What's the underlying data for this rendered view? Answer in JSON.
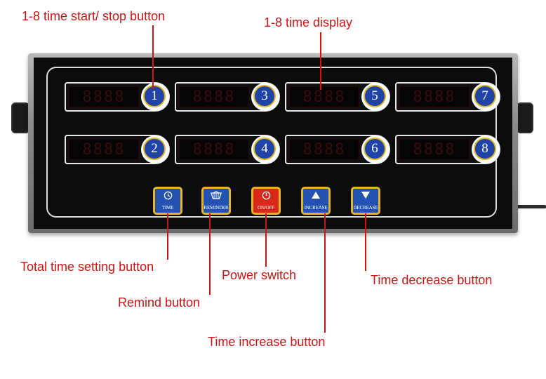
{
  "callouts": {
    "start_stop": "1-8 time start/ stop button",
    "display": "1-8 time display",
    "total_time": "Total time setting button",
    "remind": "Remind button",
    "power": "Power switch",
    "increase": "Time increase button",
    "decrease": "Time decrease button"
  },
  "channels": [
    {
      "number": "1",
      "display": "8888"
    },
    {
      "number": "3",
      "display": "8888"
    },
    {
      "number": "5",
      "display": "8888"
    },
    {
      "number": "7",
      "display": "8888"
    },
    {
      "number": "2",
      "display": "8888"
    },
    {
      "number": "4",
      "display": "8888"
    },
    {
      "number": "6",
      "display": "8888"
    },
    {
      "number": "8",
      "display": "8888"
    }
  ],
  "buttons": {
    "time": {
      "label": "TIME",
      "icon": "clock-icon"
    },
    "reminder": {
      "label": "REMINDER",
      "icon": "basket-icon"
    },
    "onoff": {
      "label": "ON/OFF",
      "icon": "power-icon"
    },
    "increase": {
      "label": "INCREASE",
      "icon": "triangle-up-icon"
    },
    "decrease": {
      "label": "DECREASE",
      "icon": "triangle-down-icon"
    }
  },
  "colors": {
    "callout": "#d01414",
    "button_blue": "#2352b3",
    "button_red": "#d9281b",
    "button_border": "#e6b520"
  }
}
